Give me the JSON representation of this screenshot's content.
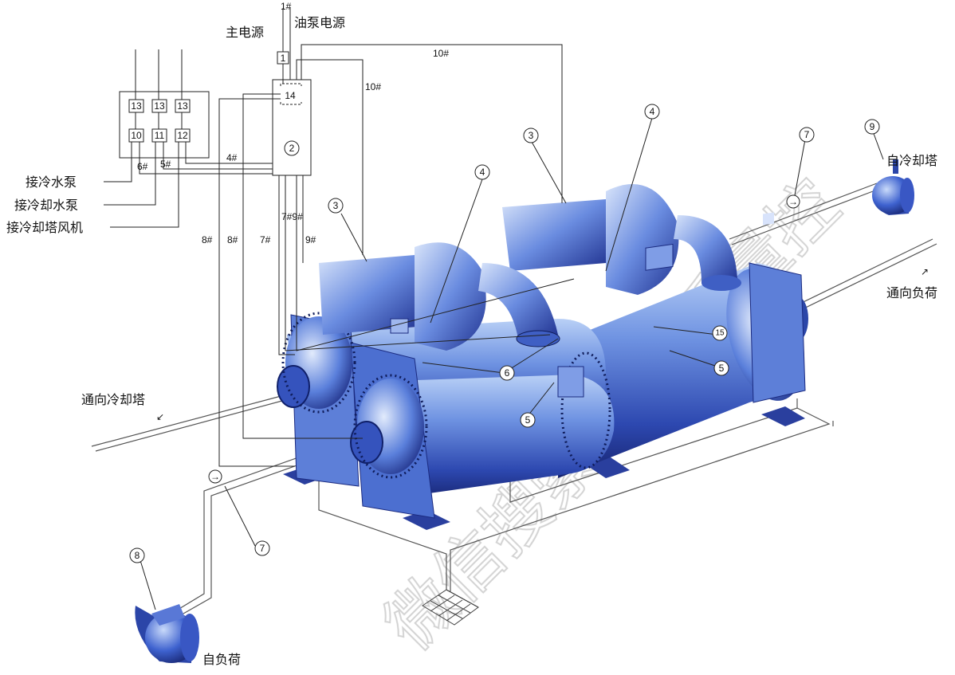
{
  "labels": {
    "main_power": "主电源",
    "oil_pump_power": "油泵电源",
    "chilled_water_pump": "接冷水泵",
    "cooling_water_pump": "接冷却水泵",
    "cooling_tower_fan": "接冷却塔风机",
    "to_cooling_tower": "通向冷却塔",
    "from_cooling_tower": "自冷却塔",
    "to_load": "通向负荷",
    "from_load": "自负荷"
  },
  "wire_tags": {
    "w1": "1#",
    "w4": "4#",
    "w5": "5#",
    "w6": "6#",
    "w7": "7#",
    "w8a": "8#",
    "w8b": "8#",
    "w9": "9#",
    "w79": "7#9#",
    "w10a": "10#",
    "w10b": "10#"
  },
  "boxes": {
    "b1": "1",
    "b14": "14",
    "b13a": "13",
    "b13b": "13",
    "b13c": "13",
    "b10": "10",
    "b11": "11",
    "b12": "12"
  },
  "callouts": {
    "c2": "2",
    "c3a": "3",
    "c3b": "3",
    "c4a": "4",
    "c4b": "4",
    "c5a": "5",
    "c5b": "5",
    "c6": "6",
    "c7a": "7",
    "c7b": "7",
    "c8": "8",
    "c9": "9",
    "c15": "15"
  },
  "watermark": {
    "line1": "微信搜索",
    "line2": "暖通质量控"
  },
  "colors": {
    "machine_light": "#a9c4f2",
    "machine_mid": "#4a73d2",
    "machine_dark": "#1c2f8c",
    "line": "#222222"
  }
}
